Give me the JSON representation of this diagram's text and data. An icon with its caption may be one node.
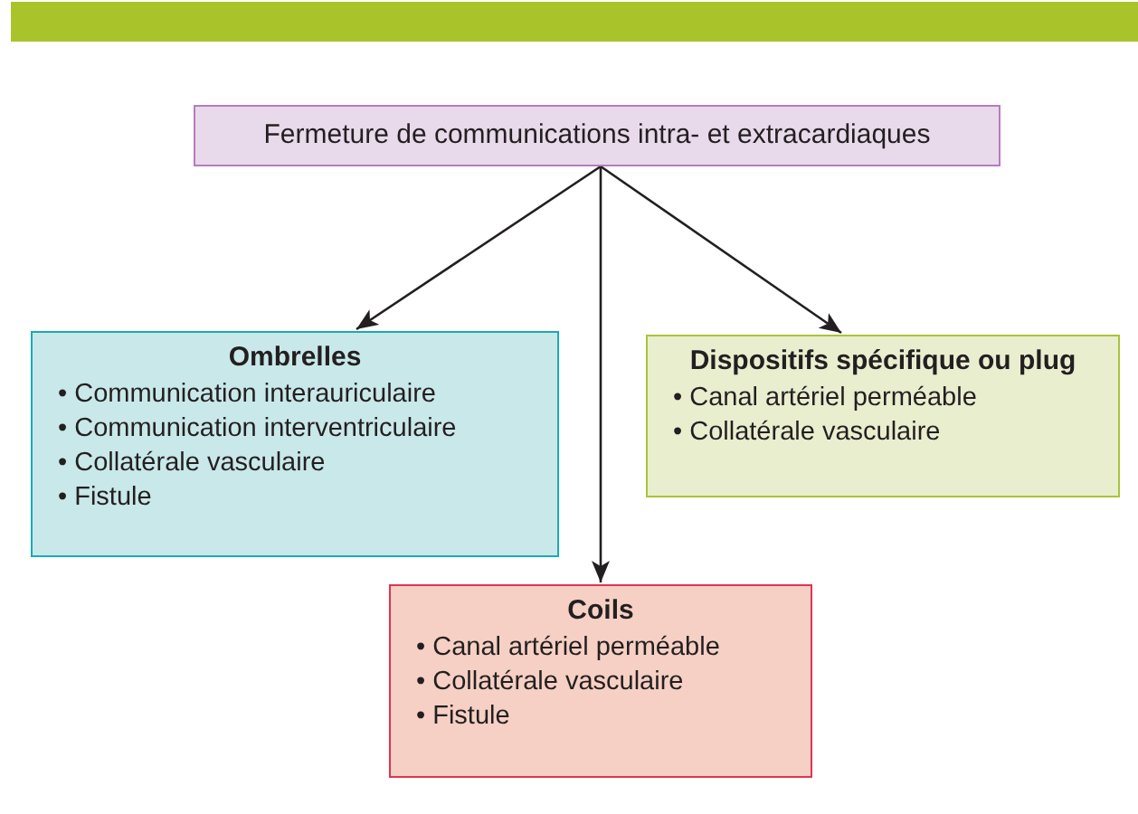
{
  "diagram": {
    "nodes": [
      {
        "text": [
          "Fermeture de communications intra- et extracardiaques"
        ]
      },
      {
        "text": [
          "Ombrelles",
          "• Communication interauriculaire",
          "• Communication interventriculaire",
          "• Collatérale vasculaire",
          "• Fistule"
        ]
      },
      {
        "text": [
          "Dispositifs spécifique ou plug",
          "• Canal artériel perméable",
          "• Collatérale vasculaire"
        ]
      },
      {
        "text": [
          "Coils",
          "• Canal artériel perméable",
          "• Collatérale vasculaire",
          "• Fistule"
        ]
      }
    ],
    "edges": [
      {
        "from": 0,
        "to": 1,
        "arrow": "to"
      },
      {
        "from": 0,
        "to": 3,
        "arrow": "to"
      },
      {
        "from": 0,
        "to": 2,
        "arrow": "to"
      }
    ]
  }
}
